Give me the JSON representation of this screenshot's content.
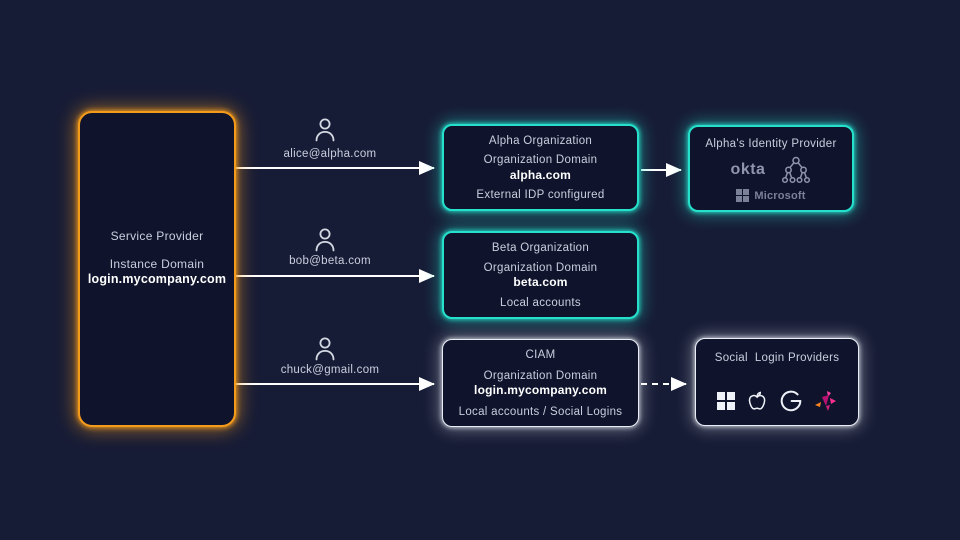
{
  "service_provider": {
    "title": "Service Provider",
    "domain_label": "Instance Domain",
    "domain": "login.mycompany.com"
  },
  "users": [
    {
      "email": "alice@alpha.com"
    },
    {
      "email": "bob@beta.com"
    },
    {
      "email": "chuck@gmail.com"
    }
  ],
  "organizations": [
    {
      "title": "Alpha Organization",
      "domain_label": "Organization Domain",
      "domain": "alpha.com",
      "note": "External IDP configured"
    },
    {
      "title": "Beta Organization",
      "domain_label": "Organization Domain",
      "domain": "beta.com",
      "note": "Local accounts"
    },
    {
      "title": "CIAM",
      "domain_label": "Organization Domain",
      "domain": "login.mycompany.com",
      "note": "Local accounts / Social Logins"
    }
  ],
  "identity_provider": {
    "title": "Alpha's Identity Provider",
    "okta": "okta",
    "microsoft": "Microsoft"
  },
  "social": {
    "title": "Social  Login Providers"
  },
  "icons": {
    "user": "person-icon",
    "okta": "okta-wordmark",
    "directory": "hierarchy-tree-icon",
    "microsoft": "microsoft-squares-icon",
    "apple": "apple-icon",
    "google": "google-g-icon",
    "burst": "colorful-brand-icon"
  },
  "colors": {
    "background": "#171c36",
    "box_fill": "#0f142c",
    "accent_orange": "#f59b1c",
    "accent_teal": "#25e0cb",
    "accent_white": "#e9edf5",
    "arrow": "#ffffff",
    "text": "#c9cede",
    "logo_gray": "#8f95aa"
  }
}
